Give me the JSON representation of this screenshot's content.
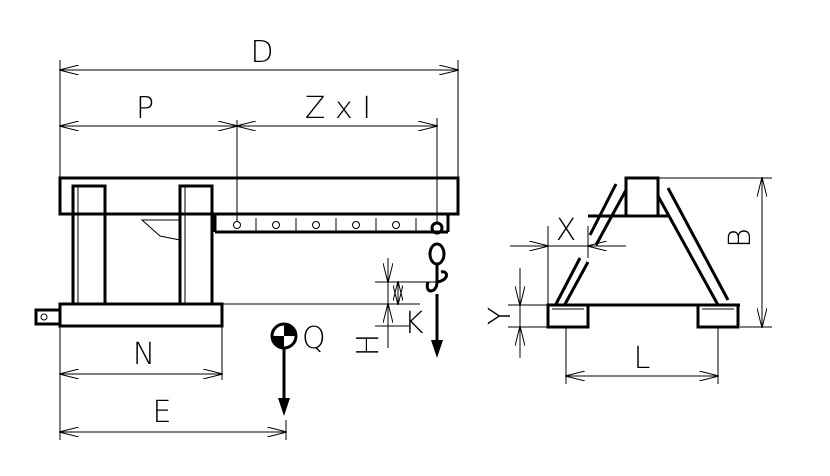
{
  "diagram": {
    "labels": {
      "D": "D",
      "P": "P",
      "ZxI": "Z x I",
      "N": "N",
      "E": "E",
      "Q": "Q",
      "K": "K",
      "H": "H",
      "X": "X",
      "Y": "Y",
      "L": "L",
      "B": "B"
    },
    "colors": {
      "stroke": "#000000",
      "background": "#ffffff"
    },
    "icons": {
      "hook": "crane-hook-icon",
      "load_center": "center-of-gravity-icon"
    }
  }
}
